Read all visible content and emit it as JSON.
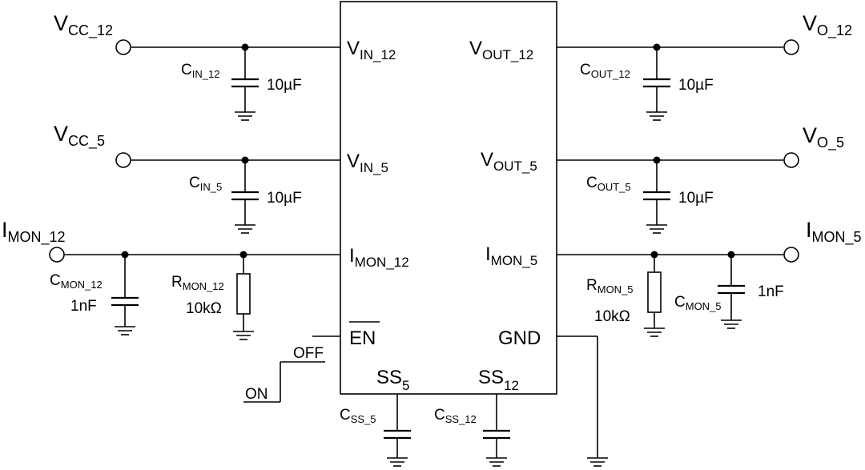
{
  "terminals": {
    "vcc_12": {
      "main": "V",
      "sub": "CC_12"
    },
    "vcc_5": {
      "main": "V",
      "sub": "CC_5"
    },
    "imon_12_ext": {
      "main": "I",
      "sub": "MON_12"
    },
    "vo_12": {
      "main": "V",
      "sub": "O_12"
    },
    "vo_5": {
      "main": "V",
      "sub": "O_5"
    },
    "imon_5_ext": {
      "main": "I",
      "sub": "MON_5"
    }
  },
  "chip_pins": {
    "vin_12": {
      "main": "V",
      "sub": "IN_12"
    },
    "vin_5": {
      "main": "V",
      "sub": "IN_5"
    },
    "imon_12": {
      "main": "I",
      "sub": "MON_12"
    },
    "en": "EN",
    "vout_12": {
      "main": "V",
      "sub": "OUT_12"
    },
    "vout_5": {
      "main": "V",
      "sub": "OUT_5"
    },
    "imon_5": {
      "main": "I",
      "sub": "MON_5"
    },
    "gnd": "GND",
    "ss_5": {
      "main": "SS",
      "sub": "5"
    },
    "ss_12": {
      "main": "SS",
      "sub": "12"
    }
  },
  "components": {
    "cin_12": {
      "main": "C",
      "sub": "IN_12",
      "value": "10µF"
    },
    "cin_5": {
      "main": "C",
      "sub": "IN_5",
      "value": "10µF"
    },
    "cout_12": {
      "main": "C",
      "sub": "OUT_12",
      "value": "10µF"
    },
    "cout_5": {
      "main": "C",
      "sub": "OUT_5",
      "value": "10µF"
    },
    "cmon_12": {
      "main": "C",
      "sub": "MON_12",
      "value": "1nF"
    },
    "rmon_12": {
      "main": "R",
      "sub": "MON_12",
      "value": "10kΩ"
    },
    "rmon_5": {
      "main": "R",
      "sub": "MON_5",
      "value": "10kΩ"
    },
    "cmon_5": {
      "main": "C",
      "sub": "MON_5",
      "value": "1nF"
    },
    "css_5": {
      "main": "C",
      "sub": "SS_5"
    },
    "css_12": {
      "main": "C",
      "sub": "SS_12"
    }
  },
  "switch": {
    "off": "OFF",
    "on": "ON"
  }
}
